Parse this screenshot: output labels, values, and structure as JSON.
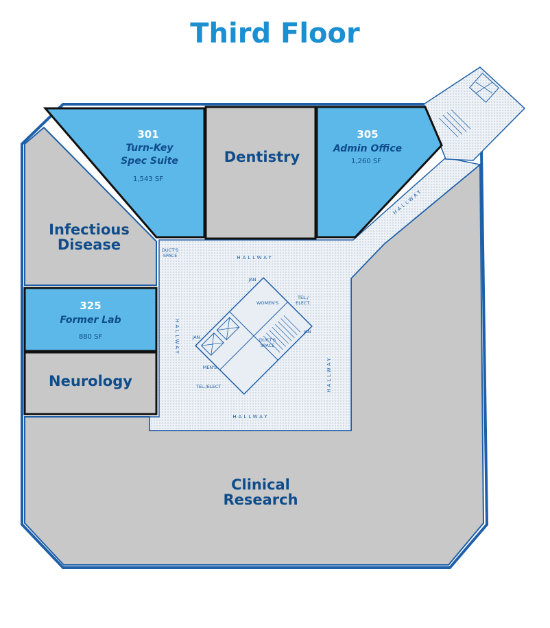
{
  "title": "Third Floor",
  "suites": [
    {
      "number": "301",
      "name1": "Turn-Key",
      "name2": "Spec Suite",
      "size": "1,543 SF"
    },
    {
      "number": "305",
      "name": "Admin Office",
      "size": "1,260 SF"
    },
    {
      "number": "325",
      "name": "Former Lab",
      "size": "880 SF"
    }
  ],
  "departments": {
    "dentistry": "Dentistry",
    "infectious_1": "Infectious",
    "infectious_2": "Disease",
    "neurology": "Neurology",
    "clinical_1": "Clinical",
    "clinical_2": "Research"
  },
  "core_labels": {
    "hallway": "HALLWAY",
    "jan": "JAN",
    "womens": "WOMEN'S",
    "mens": "MEN'S",
    "tel_elect": "TEL./ELECT",
    "tel": "TEL./",
    "elect": "ELECT.",
    "ducts_space": "DUCT'S SPACE",
    "duct": "DUCT'S",
    "space": "SPACE"
  },
  "colors": {
    "suite_available": "#5bb8e8",
    "department": "#c8c8c8",
    "hallway": "#e6ecf2",
    "walls": "#1e5fa8",
    "title": "#1a8fd1"
  }
}
